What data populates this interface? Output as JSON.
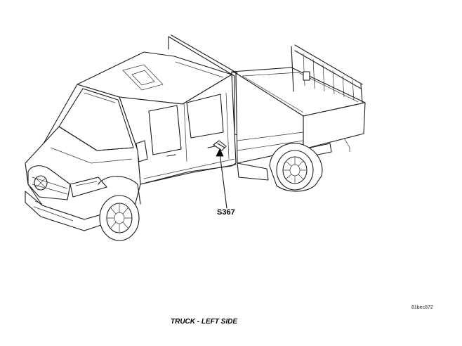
{
  "diagram": {
    "callout_label": "S367",
    "reference_code": "81bec872",
    "caption": "TRUCK - LEFT SIDE"
  }
}
